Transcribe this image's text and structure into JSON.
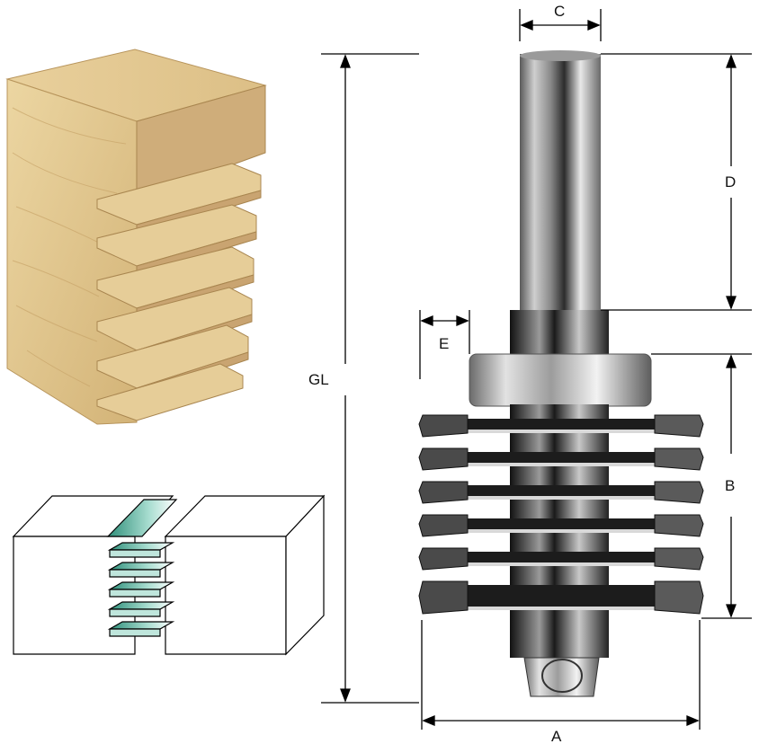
{
  "dimensions": {
    "C": "C",
    "D": "D",
    "GL": "GL",
    "E": "E",
    "B": "B",
    "A": "A"
  },
  "colors": {
    "wood_face": "#e2c48a",
    "wood_end_grain": "#cda878",
    "wood_shadow": "#b48f55",
    "steel_light": "#d8d8d8",
    "steel_dark": "#1a1a1a",
    "joint_accent": "#3fa88f",
    "line": "#000000"
  },
  "illustrations": {
    "wood_block": "finger-joint-wood-block",
    "joint_diagram": "finger-joint-line-drawing",
    "router_bit": "finger-joint-router-bit-with-bearing"
  },
  "cutter_wing_count": 6
}
